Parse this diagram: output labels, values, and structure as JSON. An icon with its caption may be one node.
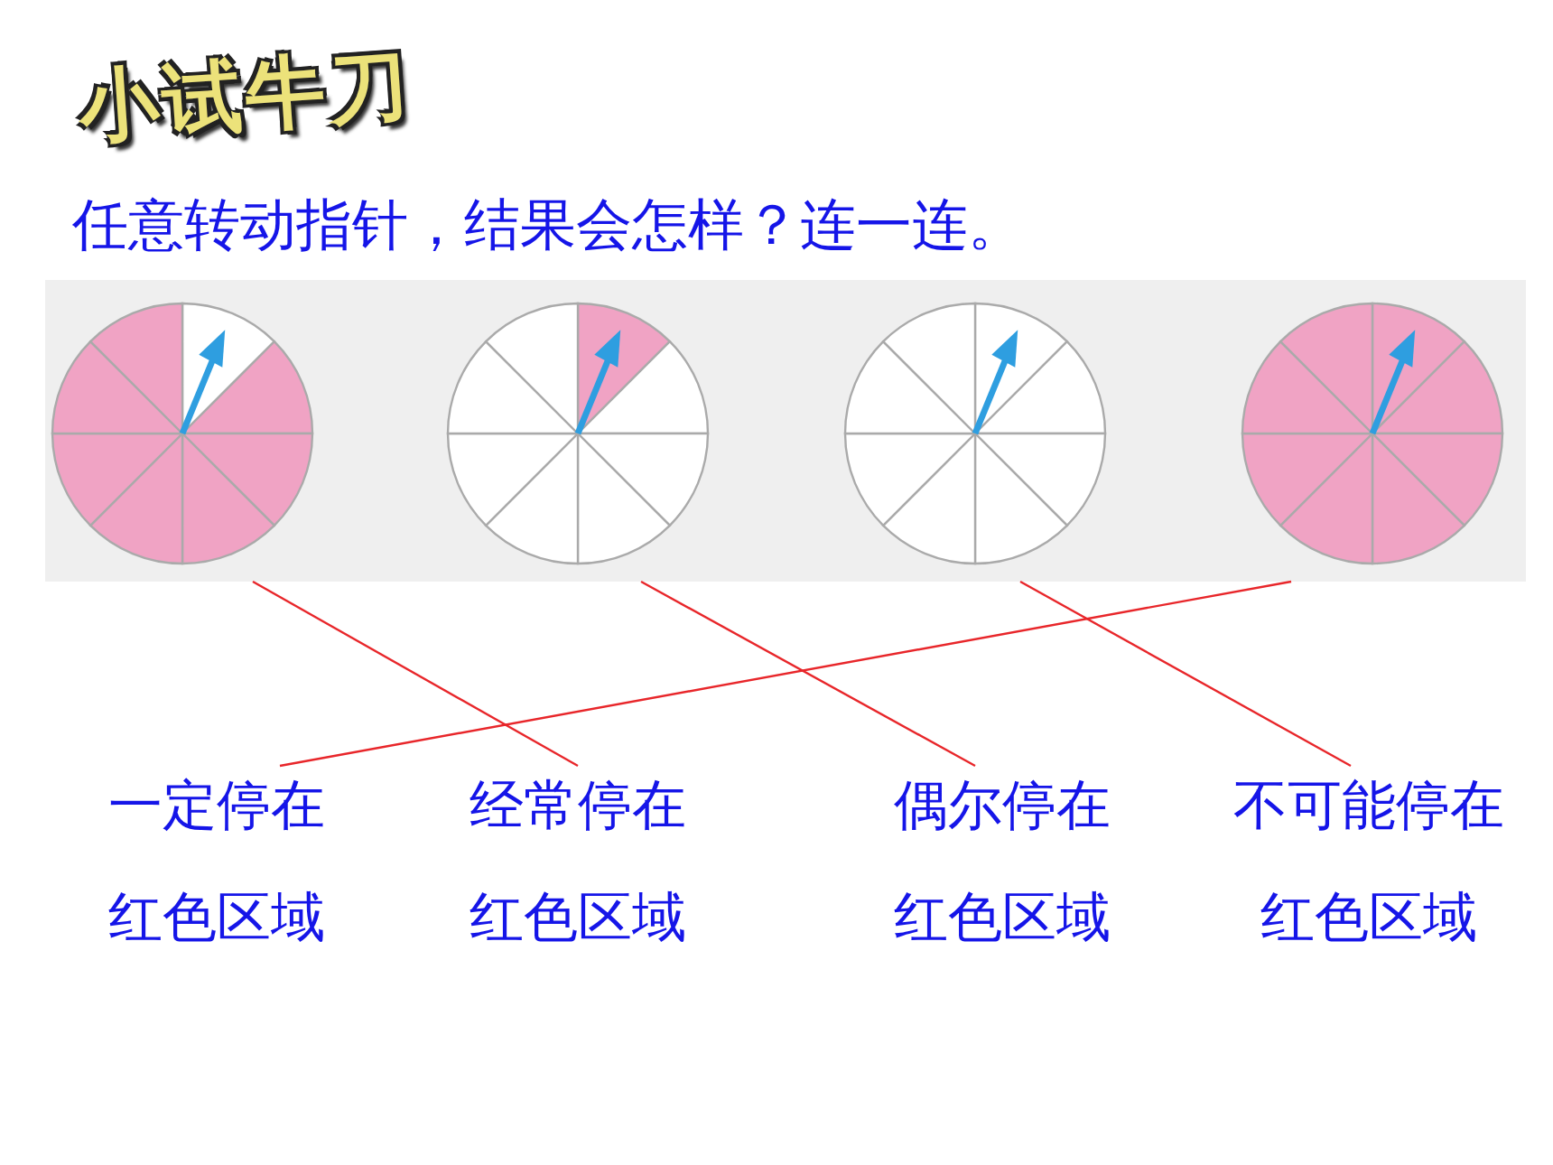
{
  "diagram": {
    "title": "小试牛刀",
    "nodes": [
      {
        "text": [],
        "shape": "circle"
      },
      {
        "text": [],
        "shape": "circle"
      },
      {
        "text": [],
        "shape": "circle"
      },
      {
        "text": [],
        "shape": "circle"
      },
      {
        "text": [
          "一定停在红色区域"
        ]
      },
      {
        "text": [
          "经常停在红色区域"
        ]
      },
      {
        "text": [
          "偶尔停在红色区域"
        ]
      },
      {
        "text": [
          "不可能停在红色区域"
        ]
      }
    ],
    "edges": [
      {
        "from": 0,
        "to": 5,
        "arrow": "none"
      },
      {
        "from": 1,
        "to": 6,
        "arrow": "none"
      },
      {
        "from": 2,
        "to": 7,
        "arrow": "none"
      },
      {
        "from": 3,
        "to": 4,
        "arrow": "none"
      }
    ],
    "labels": [
      "任意转动指针，结果会怎样？连一连。"
    ]
  }
}
